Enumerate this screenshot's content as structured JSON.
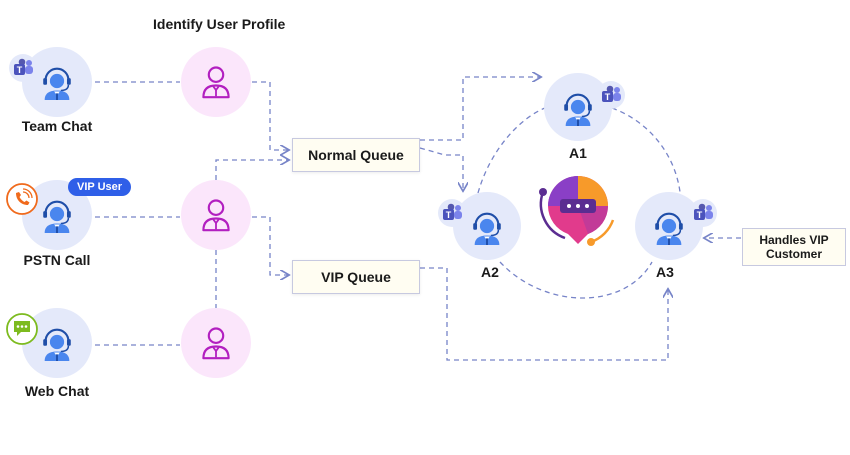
{
  "header": {
    "title": "Identify User Profile"
  },
  "channels": [
    {
      "label": "Team Chat",
      "icon": "teams-icon"
    },
    {
      "label": "PSTN Call",
      "icon": "phone-icon",
      "badge": "VIP User"
    },
    {
      "label": "Web Chat",
      "icon": "chat-icon"
    }
  ],
  "queues": {
    "normal": "Normal Queue",
    "vip": "VIP Queue"
  },
  "agents": [
    {
      "label": "A1",
      "icon": "teams-icon"
    },
    {
      "label": "A2",
      "icon": "teams-icon"
    },
    {
      "label": "A3",
      "icon": "teams-icon"
    }
  ],
  "note": {
    "line1": "Handles VIP",
    "line2": "Customer"
  },
  "colors": {
    "agent_circle": "#e4e9fa",
    "profile_circle": "#fbe6fb",
    "profile_icon": "#b21fc0",
    "agent_icon": "#1f4ea8",
    "dashed_line": "#7784c8",
    "teams": "#5558af",
    "phone": "#f06a1c",
    "webchat": "#7dbb1f",
    "vip_badge": "#2f5fe8"
  }
}
